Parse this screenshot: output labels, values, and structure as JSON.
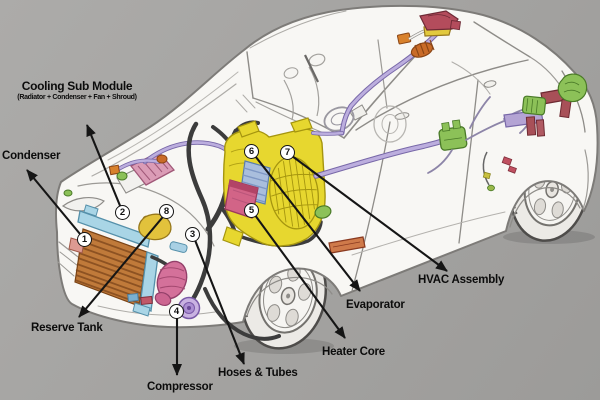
{
  "diagram": {
    "subject": "Car air-conditioning and HVAC system cutaway diagram",
    "background_color": "#a5a4a2"
  },
  "labels": {
    "cooling_sub_module": {
      "title": "Cooling Sub Module",
      "subtitle": "(Radiator + Condenser + Fan + Shroud)"
    },
    "condenser": "Condenser",
    "reserve_tank": "Reserve Tank",
    "compressor": "Compressor",
    "hoses_tubes": "Hoses & Tubes",
    "heater_core": "Heater Core",
    "evaporator": "Evaporator",
    "hvac_assembly": "HVAC Assembly"
  },
  "markers": [
    {
      "number": "1",
      "part": "Condenser"
    },
    {
      "number": "2",
      "part": "Cooling Sub Module"
    },
    {
      "number": "3",
      "part": "Hoses & Tubes"
    },
    {
      "number": "4",
      "part": "Compressor"
    },
    {
      "number": "5",
      "part": "Heater Core"
    },
    {
      "number": "6",
      "part": "Evaporator"
    },
    {
      "number": "7",
      "part": "HVAC Assembly"
    },
    {
      "number": "8",
      "part": "Reserve Tank"
    }
  ],
  "colors": {
    "background": "#a5a4a2",
    "car_body": "#f8f7f4",
    "sketch_line": "#8e8c88",
    "radiator_core": "#c07a3a",
    "radiator_frame": "#a9d5e6",
    "reserve_tank": "#e2c23c",
    "hvac_case": "#e7d72f",
    "evaporator": "#a9bedd",
    "heater_core": "#d26487",
    "compressor": "#d4719a",
    "compressor_pulley": "#c9b2e2",
    "hose_dark": "#3c3c3c",
    "hose_purple": "#bcaede",
    "fitting_green": "#8cc158",
    "fitting_orange": "#c96b28",
    "part_red": "#b44c5c",
    "arrow": "#151515"
  }
}
